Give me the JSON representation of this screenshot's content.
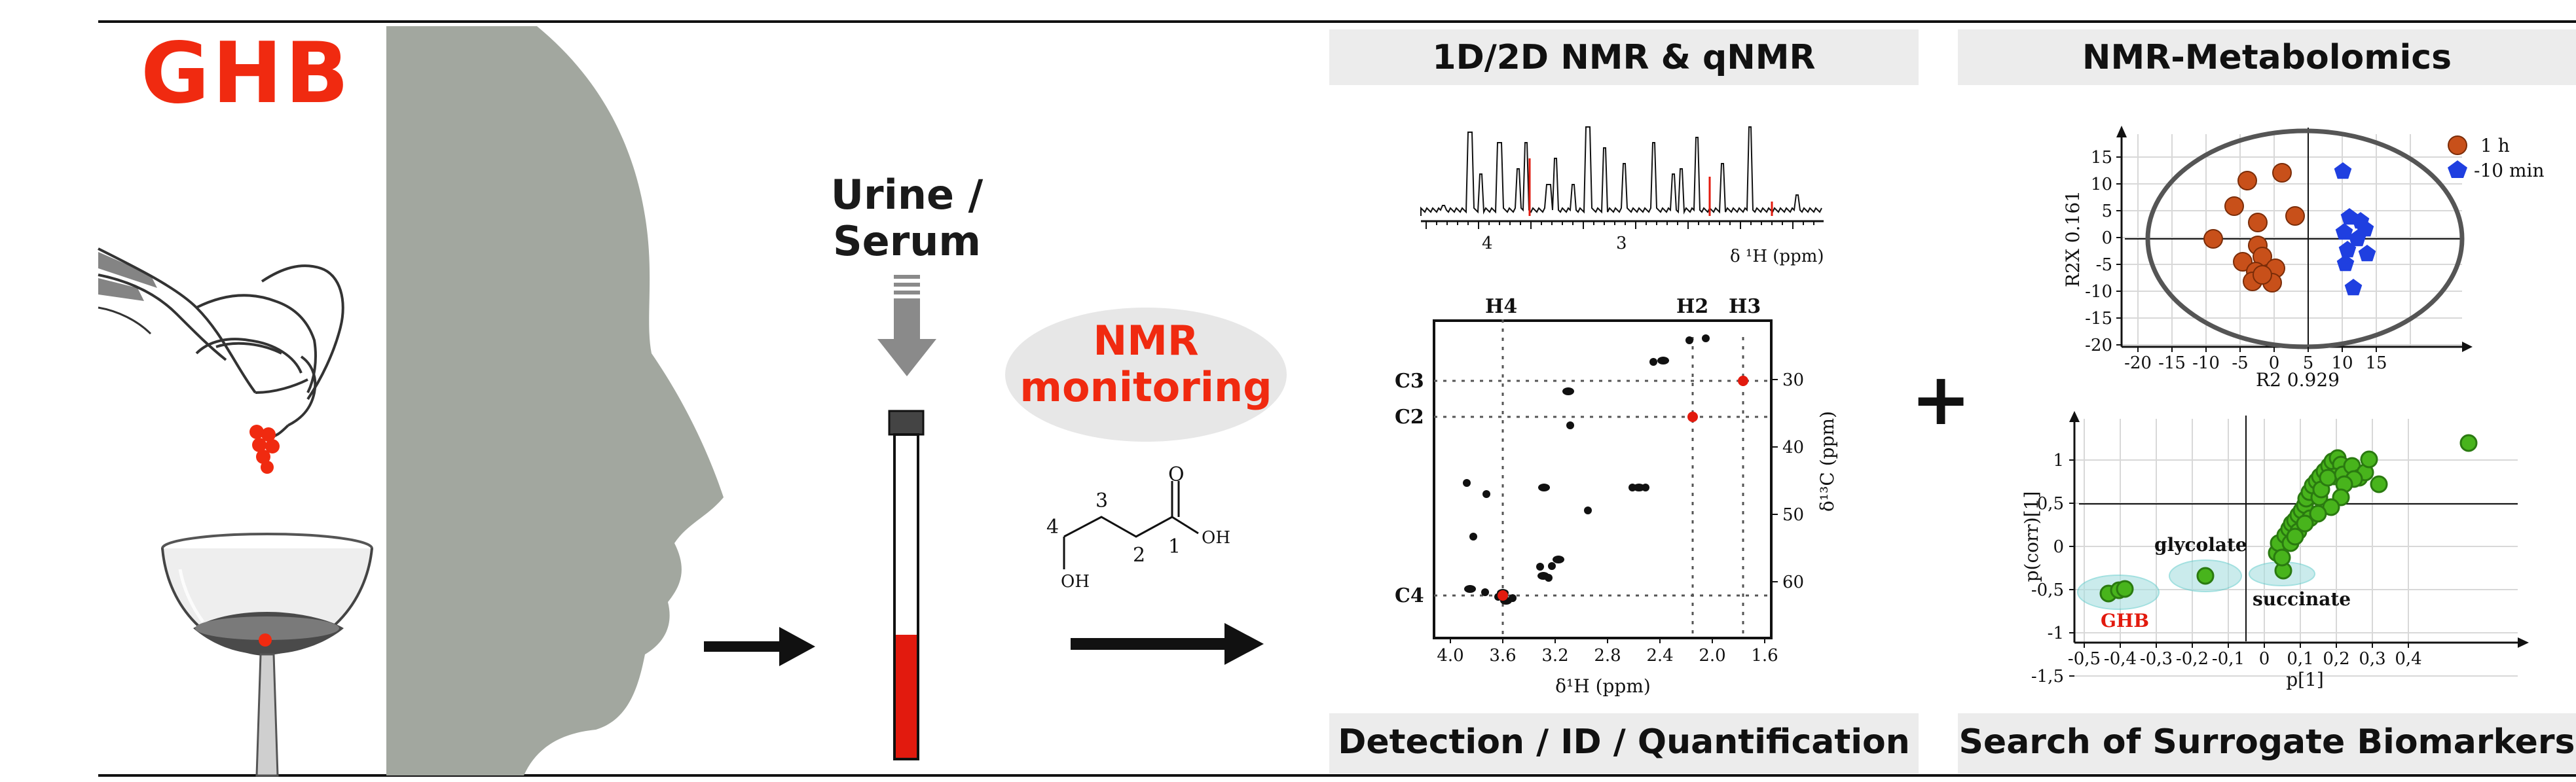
{
  "ghb_title": "GHB",
  "tube_label_line1": "Urine /",
  "tube_label_line2": "Serum",
  "nmr_monitoring_line1": "NMR",
  "nmr_monitoring_line2": "monitoring",
  "plus_sign": "+",
  "molecule": {
    "numbers": [
      "4",
      "3",
      "2",
      "1"
    ],
    "atom_o": "O",
    "atom_oh_left": "OH",
    "atom_oh_right": "OH"
  },
  "panel_nmr": {
    "header": "1D/2D NMR & qNMR",
    "footer": "Detection / ID / Quantification",
    "spectrum_1d": {
      "xlabel": "δ ¹H (ppm)",
      "ticks": [
        "4",
        "3"
      ]
    },
    "hsqc": {
      "xlabel": "δ¹H (ppm)",
      "ylabel": "δ¹³C (ppm)",
      "x_ticks": [
        "4.0",
        "3.6",
        "3.2",
        "2.8",
        "2.4",
        "2.0",
        "1.6"
      ],
      "y_ticks": [
        "30",
        "40",
        "50",
        "60"
      ],
      "h_labels": [
        "H4",
        "H2",
        "H3"
      ],
      "c_labels": [
        "C3",
        "C2",
        "C4"
      ]
    }
  },
  "panel_metabolomics": {
    "header": "NMR-Metabolomics",
    "footer": "Search of Surrogate Biomarkers",
    "score_plot": {
      "xlabel": "R2 0.929",
      "ylabel": "R2X 0.161",
      "x_ticks": [
        "-20",
        "-15",
        "-10",
        "-5",
        "0",
        "5",
        "10",
        "15"
      ],
      "y_ticks": [
        "15",
        "10",
        "5",
        "0",
        "-5",
        "-10",
        "-15",
        "-20"
      ],
      "legend": [
        "1 h",
        "-10 min"
      ],
      "colors": {
        "1 h": "#c8501a",
        "-10 min": "#1f3fe0"
      }
    },
    "splot": {
      "xlabel": "p[1]",
      "ylabel": "p(corr)[1]",
      "x_ticks": [
        "-0,5",
        "-0,4",
        "-0,3",
        "-0,2",
        "-0,1",
        "0",
        "0,1",
        "0,2",
        "0,3",
        "0,4"
      ],
      "y_ticks": [
        "1",
        "0,5",
        "0",
        "-0,5",
        "-1",
        "-1,5"
      ],
      "annotations": [
        "GHB",
        "glycolate",
        "succinate"
      ],
      "point_color": "#48b41c"
    }
  },
  "colors": {
    "accent_red": "#f02a10",
    "silhouette": "#a2a79f",
    "header_bg": "#ececec"
  }
}
